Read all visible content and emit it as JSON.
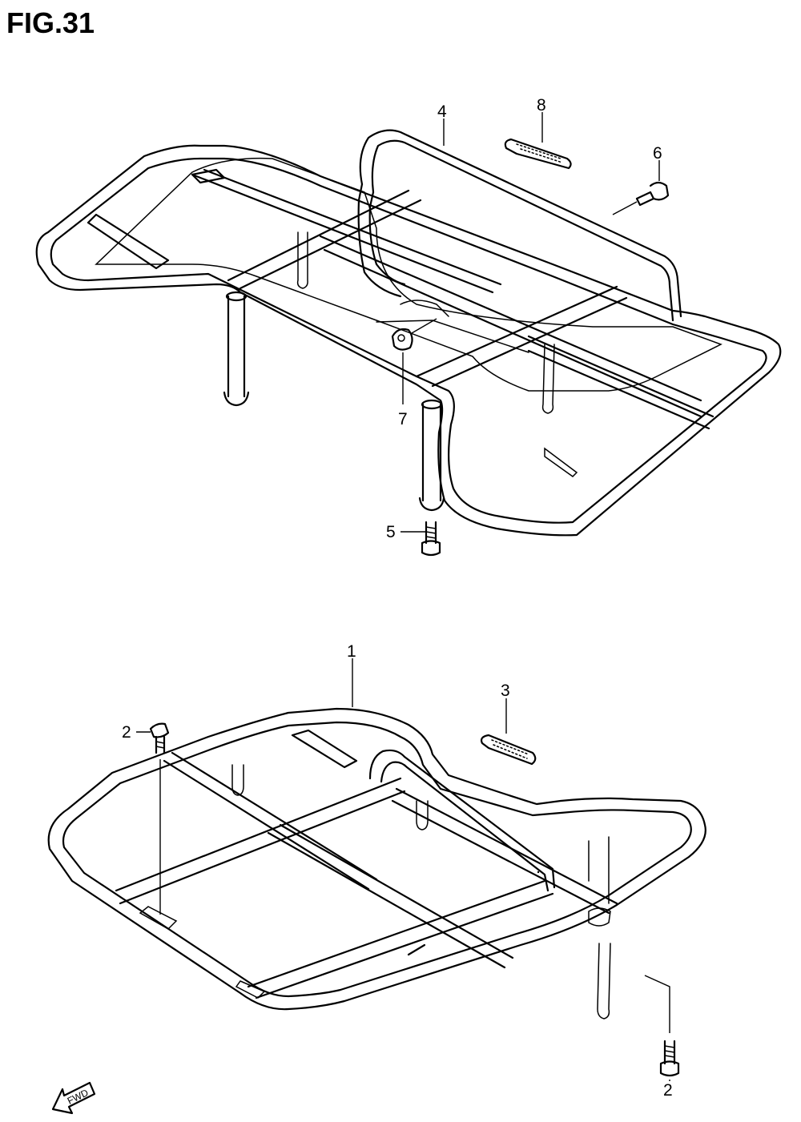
{
  "figure": {
    "title": "FIG.31"
  },
  "callouts": {
    "c1": "1",
    "c2a": "2",
    "c2b": "2",
    "c3": "3",
    "c4": "4",
    "c5": "5",
    "c6": "6",
    "c7": "7",
    "c8": "8"
  },
  "fwd_indicator": {
    "label": "FWD",
    "icon": "arrow-icon"
  }
}
